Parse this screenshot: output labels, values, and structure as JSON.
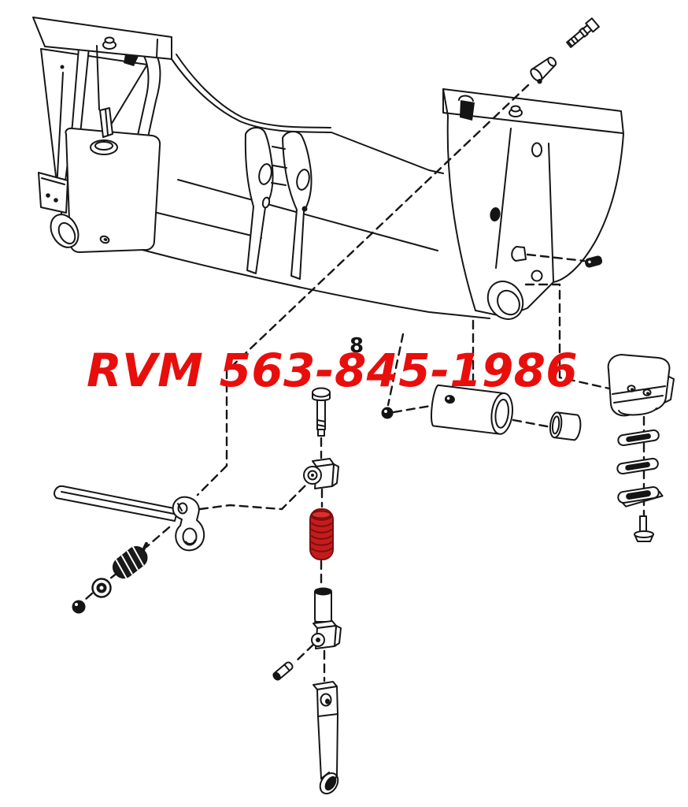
{
  "watermark": {
    "text": "RVM 563-845-1986",
    "color": "#e80e0c"
  },
  "callout": {
    "number": "8"
  },
  "palette": {
    "line": "#161616",
    "background": "#ffffff",
    "highlight_spring_fill": "#c41c1c",
    "highlight_spring_dark": "#7d0d0d",
    "watermark_red": "#e80e0c"
  },
  "diagram": {
    "kind": "exploded-parts-line-drawing",
    "subject": "quick-attach mounting frame with lever and wedge linkage",
    "parts": [
      {
        "icon": "mount-frame-icon"
      },
      {
        "icon": "pivot-bolt-icon"
      },
      {
        "icon": "tapered-bushing-icon"
      },
      {
        "icon": "roll-pin-icon"
      },
      {
        "icon": "shoulder-bolt-icon"
      },
      {
        "icon": "swivel-block-icon"
      },
      {
        "icon": "red-compression-spring-icon"
      },
      {
        "icon": "sleeve-spacer-icon"
      },
      {
        "icon": "lower-swivel-block-icon"
      },
      {
        "icon": "dowel-pin-icon"
      },
      {
        "icon": "wedge-rod-icon"
      },
      {
        "icon": "roller-bushing-icon"
      },
      {
        "icon": "bushing-pin-icon"
      },
      {
        "icon": "cap-bushing-icon"
      },
      {
        "icon": "wedge-block-icon"
      },
      {
        "icon": "shim-plate-icon"
      },
      {
        "icon": "shim-plate-icon"
      },
      {
        "icon": "shim-plate-icon"
      },
      {
        "icon": "carriage-bolt-icon"
      },
      {
        "icon": "handle-lever-icon"
      },
      {
        "icon": "lock-spring-icon"
      },
      {
        "icon": "washer-icon"
      },
      {
        "icon": "detent-ball-icon"
      }
    ]
  }
}
